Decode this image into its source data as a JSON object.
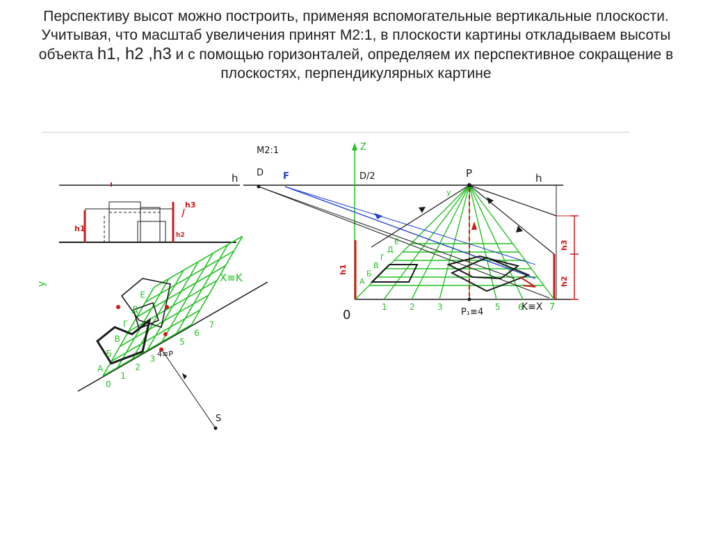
{
  "caption": {
    "part1": "Перспективу высот можно построить, применяя вспомогательные вертикальные плоскости. Учитывая, что масштаб увеличения принят М2:1, в плоскости картины откладываем высоты объекта ",
    "heights": "h1, h2 ,h3",
    "part2": " и с помощью горизонталей, определяем их перспективное сокращение в плоскостях, перпендикулярных картине"
  },
  "labels": {
    "h_left": "h",
    "h_right": "h",
    "h3_left": "h3",
    "h1_left": "h1",
    "h2_left": "h2",
    "y_axis": "y",
    "x_axis": "X≡K",
    "plan_letters": [
      "A",
      "Б",
      "В",
      "Г",
      "Д",
      "Е"
    ],
    "plan_numbers": [
      "0",
      "1",
      "2",
      "3",
      "4",
      "5",
      "6",
      "7"
    ],
    "p_point": "4≡P",
    "s_point": "S",
    "scale": "М2:1",
    "z_axis": "Z",
    "d_point": "D",
    "f_point": "F",
    "d_half": "D/2",
    "p_main": "P",
    "origin": "0",
    "ruler_numbers": [
      "1",
      "2",
      "3",
      "5",
      "6"
    ],
    "p1_point": "P₁≡4",
    "kx_point": "K≡X",
    "seven": "7",
    "h1_right": "h1",
    "h2_right": "h2",
    "h3_right": "h3",
    "persp_letters": [
      "А",
      "Б",
      "В",
      "Г",
      "Д",
      "Е"
    ],
    "y_persp": "y"
  },
  "colors": {
    "green": "#22c022",
    "red": "#d01818",
    "blue": "#2040d0",
    "ink": "#1a1a1a"
  }
}
